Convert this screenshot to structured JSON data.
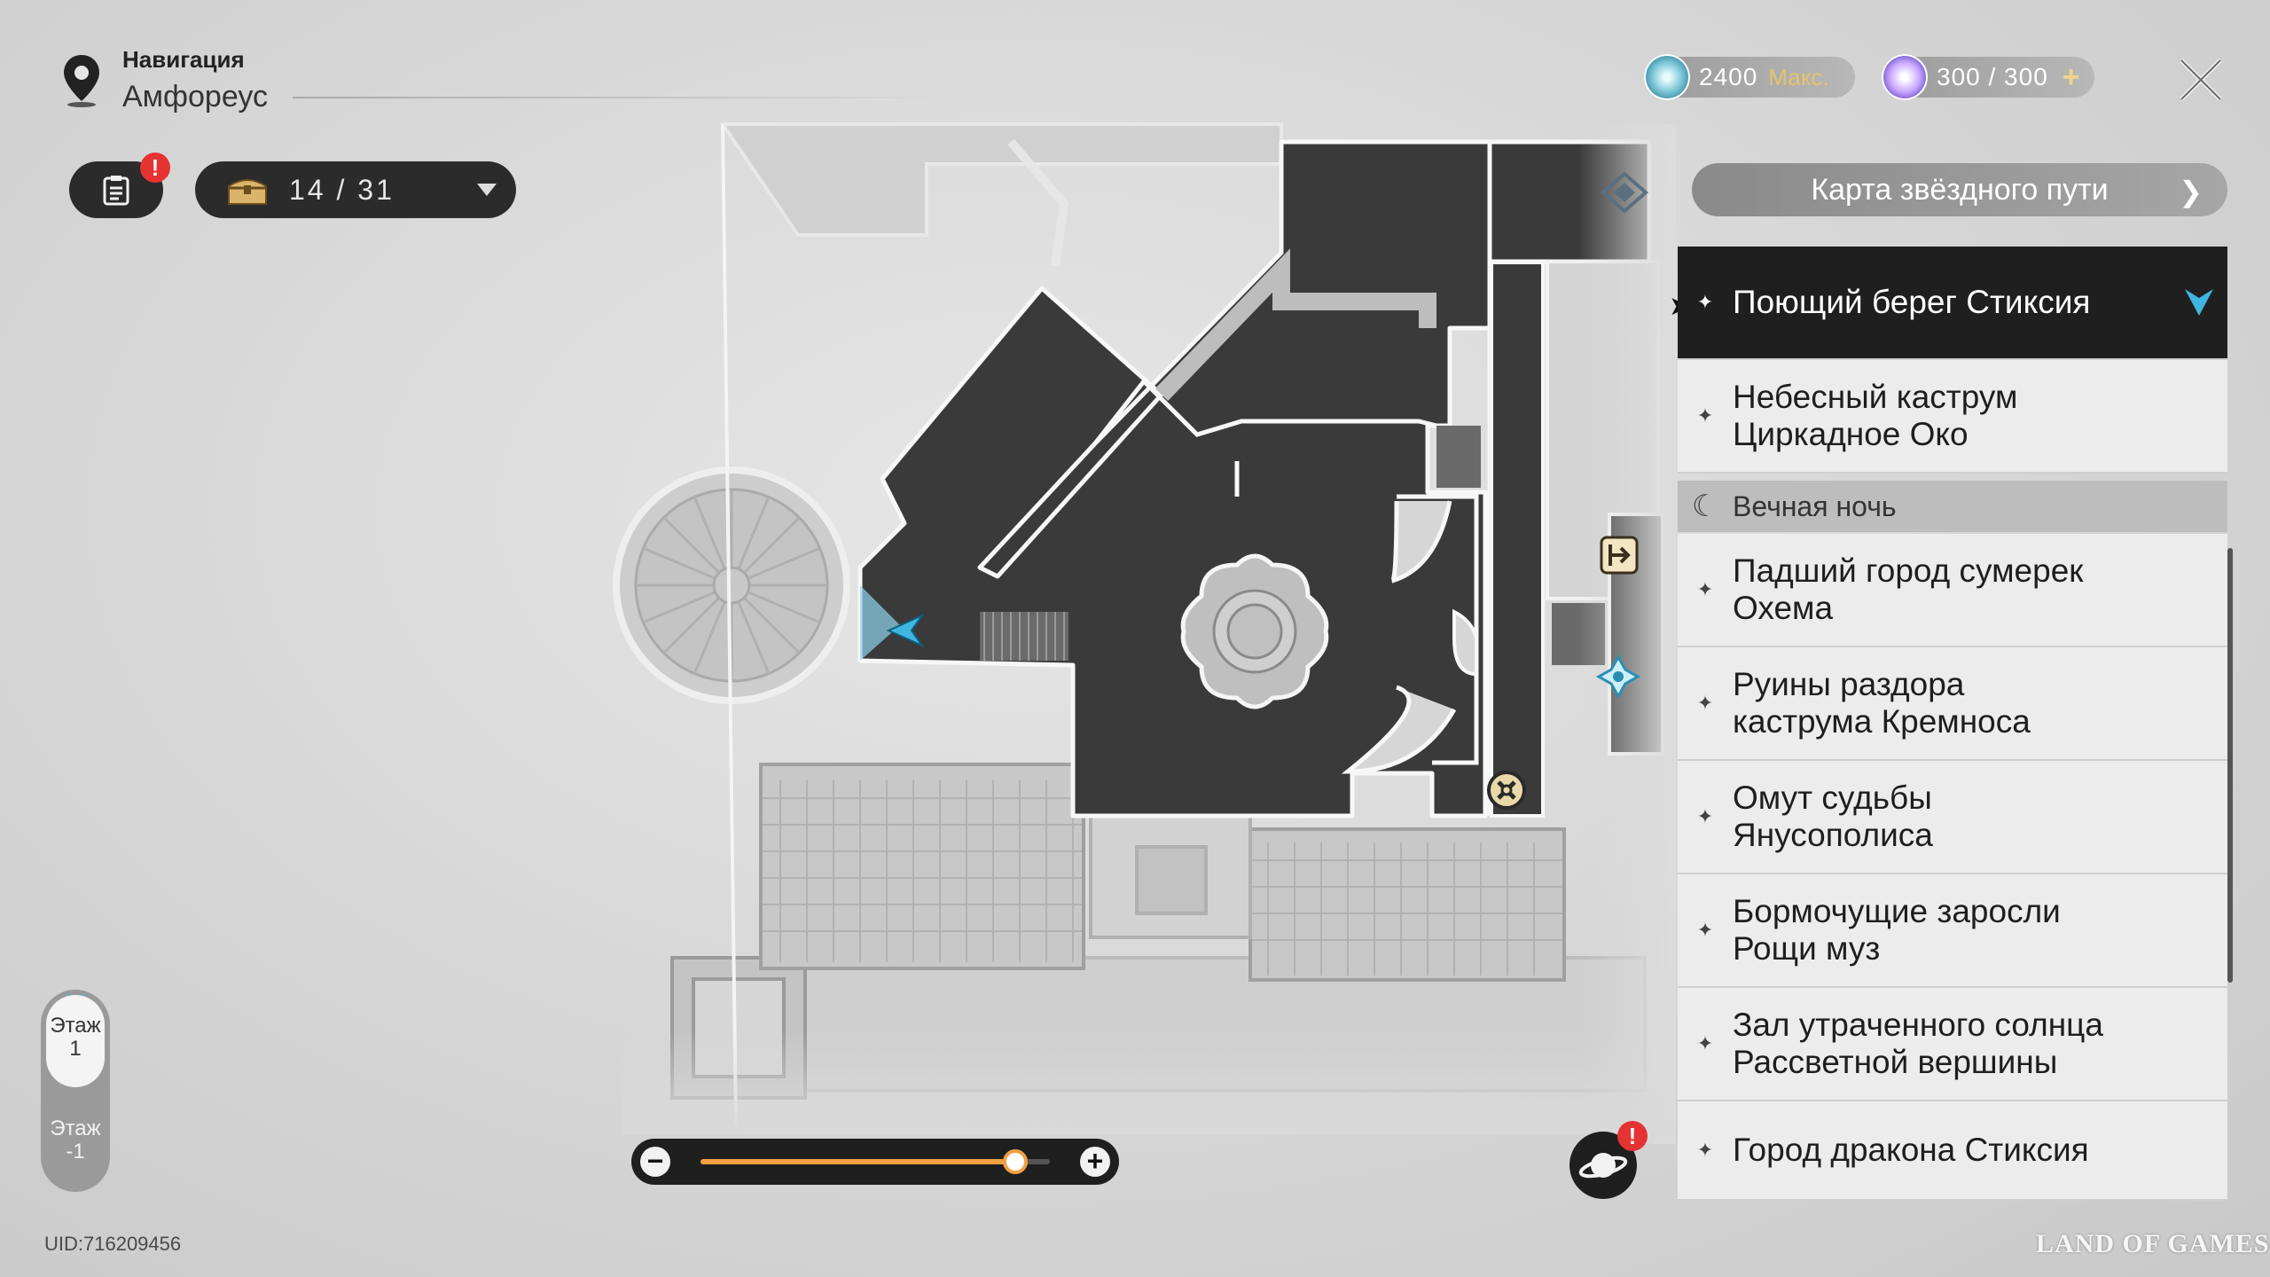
{
  "header": {
    "nav_label": "Навигация",
    "location": "Амфореус"
  },
  "currency": {
    "jade_value": "2400",
    "jade_max": "Макс.",
    "power_value": "300 / 300",
    "power_plus": "+"
  },
  "chest_counter": "14 / 31",
  "alerts": {
    "quest": "!",
    "planet": "!"
  },
  "right_panel": {
    "starmap_button": "Карта звёздного пути",
    "items": [
      {
        "label": "Поющий берег Стиксия",
        "active": true
      },
      {
        "label": "Небесный каструм\nЦиркадное Око",
        "active": false
      }
    ],
    "group_label": "Вечная ночь",
    "group_items": [
      {
        "label": "Падший город сумерек\nОхема"
      },
      {
        "label": "Руины раздора\nкаструма Кремноса"
      },
      {
        "label": "Омут судьбы\nЯнусополиса"
      },
      {
        "label": "Бормочущие заросли\nРощи муз"
      },
      {
        "label": "Зал утраченного солнца\nРассветной вершины"
      },
      {
        "label": "Город дракона Стиксия"
      }
    ]
  },
  "floors": [
    {
      "label": "Этаж\n1",
      "active": true
    },
    {
      "label": "Этаж\n-1",
      "active": false
    }
  ],
  "zoom": {
    "minus": "−",
    "plus": "+",
    "level": 0.9
  },
  "uid": "UID:716209456",
  "watermark": "LAND OF GAMES",
  "icons": {
    "player": "player-arrow-icon",
    "teleport": "space-anchor-icon",
    "exit": "exit-door-icon",
    "calyx": "calyx-icon"
  },
  "colors": {
    "accent_cyan": "#3fb6e0",
    "zoom_orange": "#f0a142",
    "alert_red": "#e53232"
  }
}
